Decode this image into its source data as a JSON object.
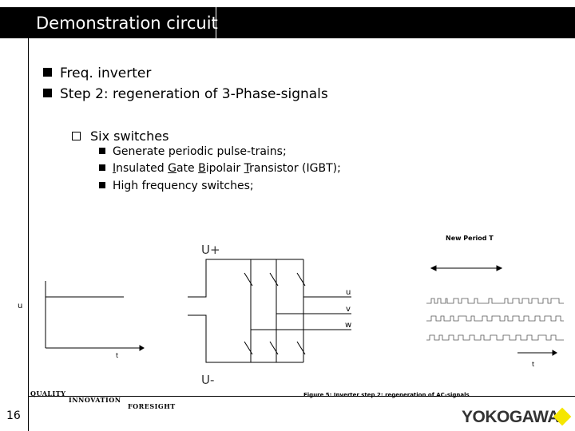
{
  "header": {
    "title": "Demonstration circuit"
  },
  "bullets": {
    "l1": [
      "Freq. inverter",
      "Step 2: regeneration of 3-Phase-signals"
    ],
    "l2": "Six switches",
    "l3_1": "Generate periodic pulse-trains;",
    "l3_2": {
      "i": "I",
      "a": "nsulated ",
      "g": "G",
      "b": "ate ",
      "bb": "B",
      "c": "ipolair ",
      "t": "T",
      "d": "ransistor (IGBT);"
    },
    "l3_3": "High frequency switches;"
  },
  "diagram": {
    "new_period": "New Period T",
    "u_plus": "U+",
    "u_minus": "U-",
    "label_u_left": "u",
    "label_t_left": "t",
    "label_t_right": "t",
    "phase_u": "u",
    "phase_v": "v",
    "phase_w": "w",
    "caption": "Figure 5: Inverter step 2: regeneration of AC-signals"
  },
  "footer": {
    "quality": "QUALITY",
    "innovation": "INNOVATION",
    "foresight": "FORESIGHT",
    "page_number": "16",
    "logo": "YOKOGAWA",
    "logo_color": "#f5e600"
  }
}
